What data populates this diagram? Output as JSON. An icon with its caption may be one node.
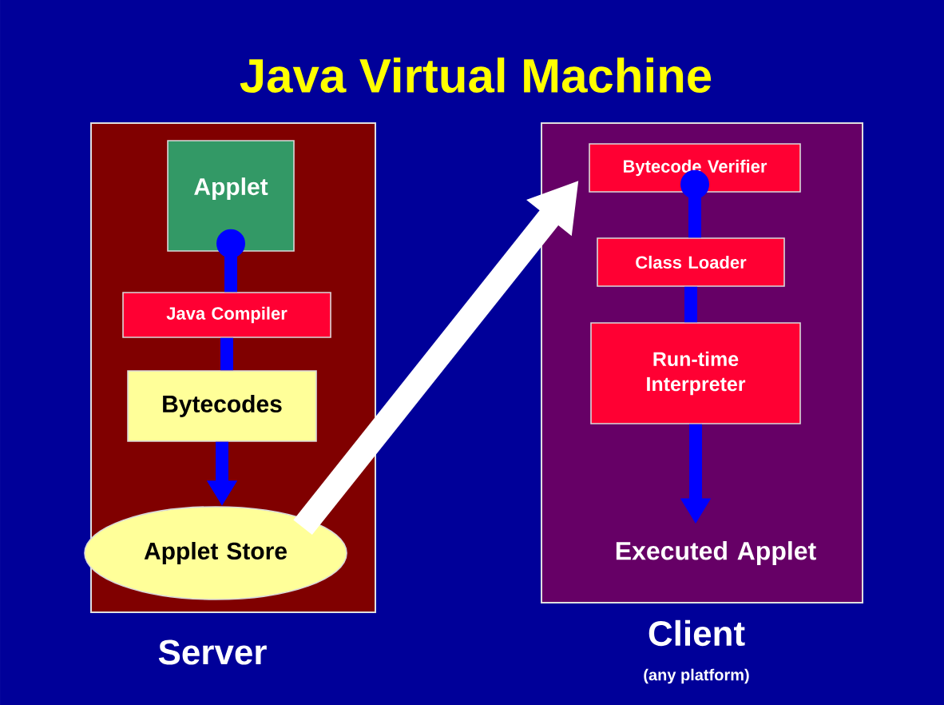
{
  "diagram": {
    "title": "Java Virtual Machine",
    "nodes": [
      {
        "text": [
          "Server"
        ]
      },
      {
        "text": [
          "Client",
          "(any platform)"
        ]
      },
      {
        "text": [
          "Applet"
        ],
        "in": 0
      },
      {
        "text": [
          "Java Compiler"
        ],
        "in": 0
      },
      {
        "text": [
          "Bytecodes"
        ],
        "in": 0
      },
      {
        "text": [
          "Applet Store"
        ],
        "in": 0
      },
      {
        "text": [
          "Bytecode Verifier"
        ],
        "in": 1
      },
      {
        "text": [
          "Class Loader"
        ],
        "in": 1
      },
      {
        "text": [
          "Run-time Interpreter"
        ],
        "in": 1
      },
      {
        "text": [
          "Executed Applet"
        ],
        "in": 1
      }
    ],
    "edges": [
      {
        "from": 2,
        "to": 3,
        "arrow": "other"
      },
      {
        "from": 3,
        "to": 4,
        "arrow": "none"
      },
      {
        "from": 4,
        "to": 5,
        "arrow": "to"
      },
      {
        "from": 5,
        "to": 6,
        "arrow": "to",
        "style": "thick",
        "color": "#ffffff"
      },
      {
        "from": 6,
        "to": 7,
        "arrow": "other"
      },
      {
        "from": 7,
        "to": 8,
        "arrow": "none"
      },
      {
        "from": 8,
        "to": 9,
        "arrow": "to"
      }
    ]
  }
}
